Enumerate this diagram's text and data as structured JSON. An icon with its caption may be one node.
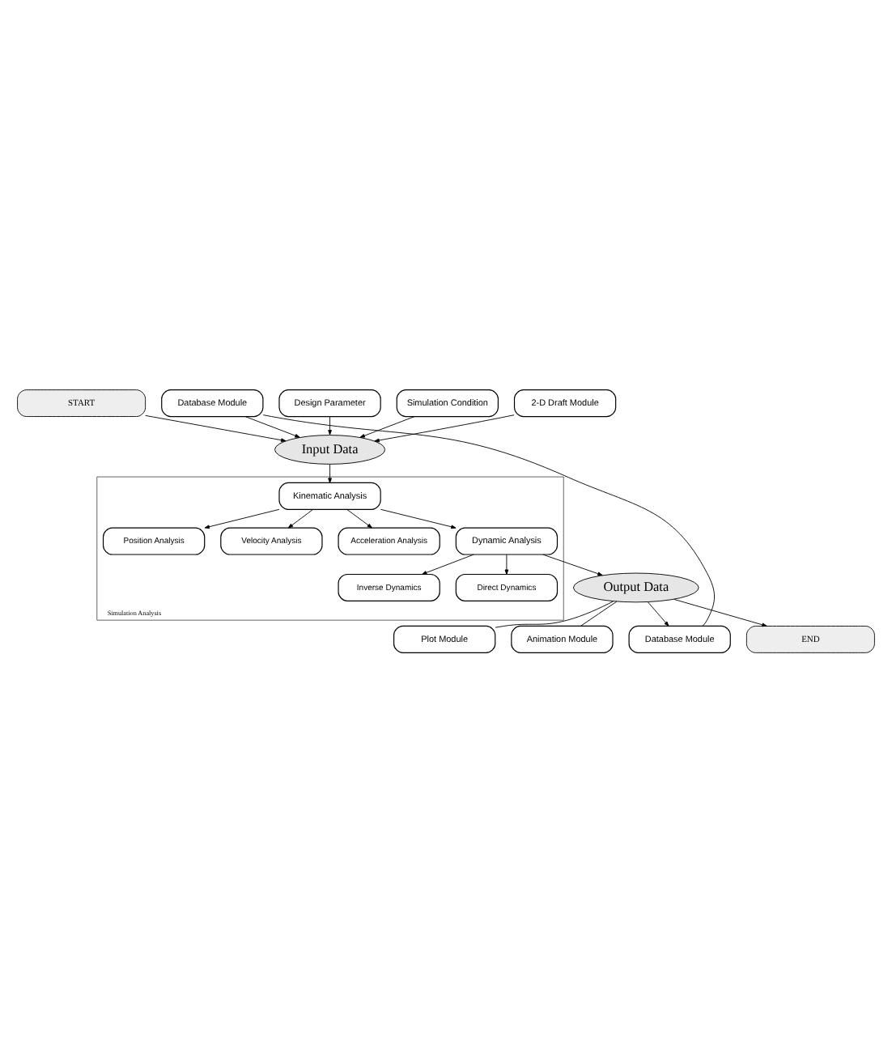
{
  "diagram": {
    "nodes": [
      {
        "text": [
          "START"
        ]
      },
      {
        "text": [
          "Design Parameter"
        ]
      },
      {
        "text": [
          "Simulation Condition"
        ]
      },
      {
        "text": [
          "Input Data"
        ]
      },
      {
        "text": [
          "Database Module"
        ]
      },
      {
        "text": [
          "2-D Draft Module"
        ]
      },
      {
        "text": [
          "Simulation Analysis"
        ]
      },
      {
        "text": [
          "Kinematic Analysis"
        ],
        "in": 6
      },
      {
        "text": [
          "Position Analysis"
        ],
        "in": 6
      },
      {
        "text": [
          "Velocity Analysis"
        ],
        "in": 6
      },
      {
        "text": [
          "Acceleration Analysis"
        ],
        "in": 6
      },
      {
        "text": [
          "Dynamic Analysis"
        ],
        "in": 6
      },
      {
        "text": [
          "Inverse Dynamics"
        ],
        "in": 6
      },
      {
        "text": [
          "Direct Dynamics"
        ],
        "in": 6
      },
      {
        "text": [
          "Plot Module"
        ]
      },
      {
        "text": [
          "Animation Module"
        ]
      },
      {
        "text": [
          "Output Data"
        ]
      },
      {
        "text": [
          "Database Module"
        ]
      },
      {
        "text": [
          "END"
        ]
      }
    ],
    "edges": [
      {
        "from": 0,
        "to": 3,
        "arrow": "to"
      },
      {
        "from": 1,
        "to": 3,
        "arrow": "to"
      },
      {
        "from": 2,
        "to": 3,
        "arrow": "to"
      },
      {
        "from": 4,
        "to": 3,
        "arrow": "to"
      },
      {
        "from": 5,
        "to": 3,
        "arrow": "to"
      },
      {
        "from": 3,
        "to": 7,
        "arrow": "to"
      },
      {
        "from": 7,
        "to": 8,
        "arrow": "to"
      },
      {
        "from": 7,
        "to": 9,
        "arrow": "to"
      },
      {
        "from": 7,
        "to": 10,
        "arrow": "to"
      },
      {
        "from": 7,
        "to": 11,
        "arrow": "to"
      },
      {
        "from": 11,
        "to": 12,
        "arrow": "to"
      },
      {
        "from": 11,
        "to": 13,
        "arrow": "to"
      },
      {
        "from": 11,
        "to": 16,
        "arrow": "to"
      },
      {
        "from": 16,
        "to": 14,
        "arrow": "none"
      },
      {
        "from": 16,
        "to": 15,
        "arrow": "none"
      },
      {
        "from": 16,
        "to": 17,
        "arrow": "to"
      },
      {
        "from": 17,
        "to": 4,
        "arrow": "none"
      },
      {
        "from": 16,
        "to": 18,
        "arrow": "to"
      }
    ]
  }
}
